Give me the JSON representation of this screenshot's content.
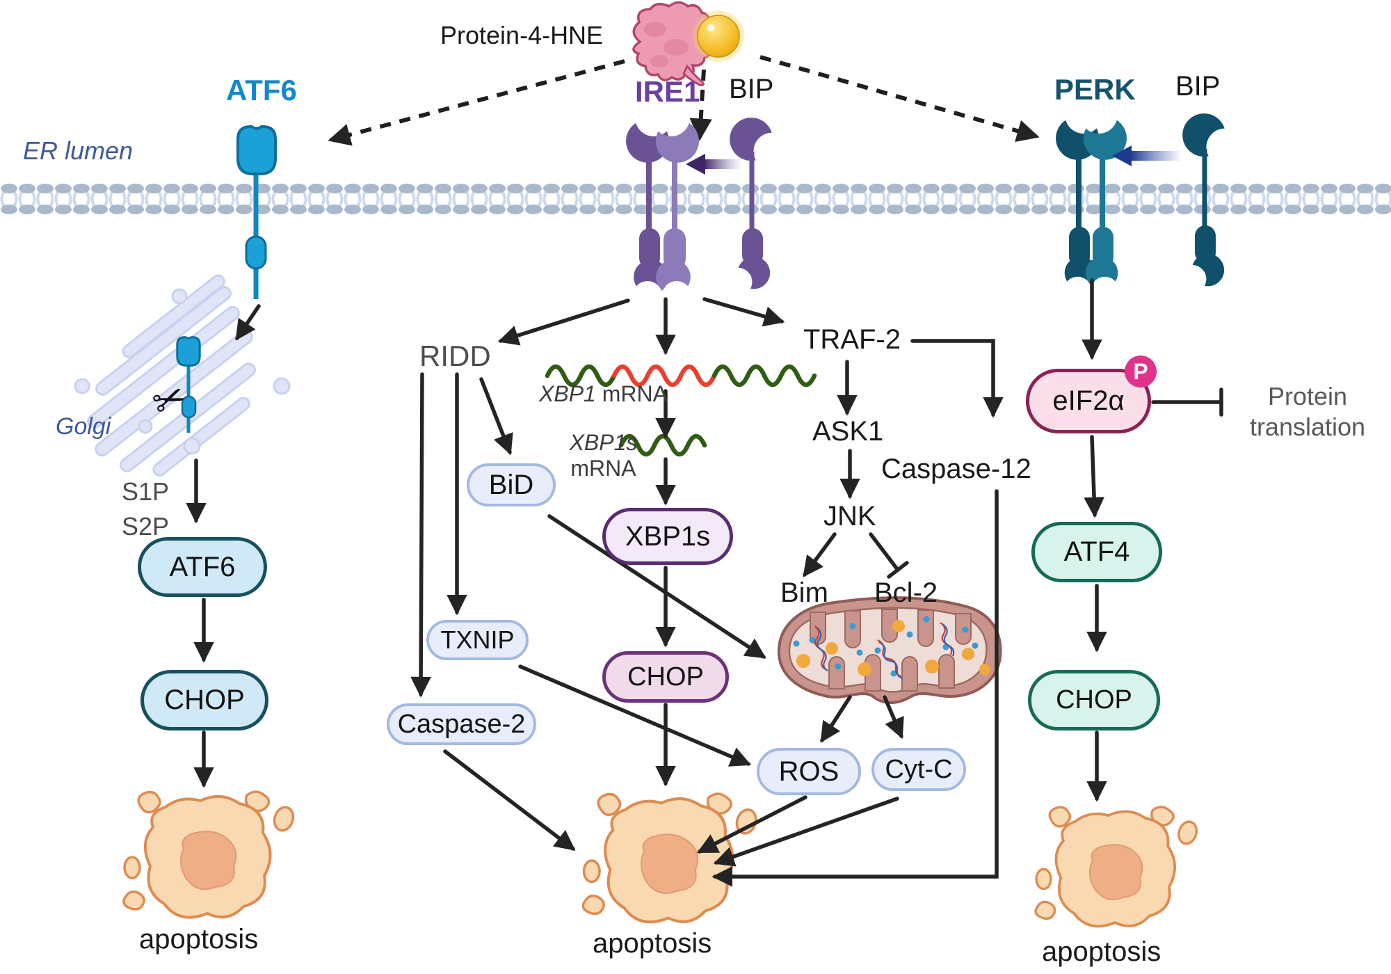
{
  "header": {
    "stimulus": "Protein-4-HNE",
    "compartment": "ER lumen",
    "organelle": "Golgi",
    "atf6_title": "ATF6",
    "ire1_title": "IRE1",
    "perk_title": "PERK",
    "bip_center": "BIP",
    "bip_right": "BIP"
  },
  "atf6_branch": {
    "s1p": "S1P",
    "s2p": "S2P",
    "atf6_box": "ATF6",
    "chop_box": "CHOP",
    "apoptosis": "apoptosis"
  },
  "ire1_branch": {
    "ridd": "RIDD",
    "xbp1_gene": "XBP1",
    "xbp1_suffix": " mRNA",
    "xbp1s_gene": "XBP1s",
    "xbp1s_suffix": "mRNA",
    "bid_box": "BiD",
    "txnip_box": "TXNIP",
    "caspase2_box": "Caspase-2",
    "xbp1s_box": "XBP1s",
    "chop_box": "CHOP",
    "traf2": "TRAF-2",
    "ask1": "ASK1",
    "jnk": "JNK",
    "bim": "Bim",
    "bcl2": "Bcl-2",
    "caspase12": "Caspase-12",
    "ros_box": "ROS",
    "cytc_box": "Cyt-C",
    "apoptosis": "apoptosis"
  },
  "perk_branch": {
    "eif2a_box": "eIF2α",
    "phospho": "P",
    "protein_translation_line1": "Protein",
    "protein_translation_line2": "translation",
    "atf4_box": "ATF4",
    "chop_box": "CHOP",
    "apoptosis": "apoptosis"
  },
  "icons": {
    "scissors": "✂"
  },
  "colors": {
    "atf6_title_blue": "#1289c9",
    "atf6_receptor_cyan": "#1ba0d7",
    "atf6_receptor_border": "#0d6d9b",
    "ire1_title_purple": "#6a3fa0",
    "ire1_dark_purple": "#6b5295",
    "ire1_light_purple": "#8d7ab8",
    "perk_title_teal": "#15546c",
    "perk_dark_teal": "#11506b",
    "perk_light_teal": "#1d7795",
    "er_label_blue": "#3d5a97",
    "membrane_head": "#a9b8cb",
    "membrane_tail": "#ccd9ec",
    "golgi_fill": "#dfe5f7",
    "golgi_border": "#c8d1ef",
    "mrna_green": "#2f5d13",
    "mrna_red": "#e8402e",
    "node_blue_fill": "#cfeaf6",
    "node_blue_border": "#17505f",
    "node_lightblue_fill": "#e7edfa",
    "node_lightblue_border": "#a4b9e2",
    "node_purple_fill": "#f3e9f8",
    "node_purple_border": "#5a2d72",
    "node_pink_fill": "#f1dbeb",
    "node_pink_border": "#6d3277",
    "node_mint_fill": "#d7f3ec",
    "node_mint_border": "#186a58",
    "eif2a_fill": "#fadee9",
    "eif2a_border": "#8c2154",
    "phospho_badge_pink": "#e0338c",
    "mito_outer": "#c9948c",
    "mito_border": "#8f5b55",
    "mito_inner": "#eedcd6",
    "apoptosis_fill": "#f8d9b1",
    "apoptosis_border": "#dd8c51",
    "protein_blob_pink": "#ed9bb2",
    "hne_sphere_gold": "#f3b71c",
    "arrow_black": "#242424"
  }
}
